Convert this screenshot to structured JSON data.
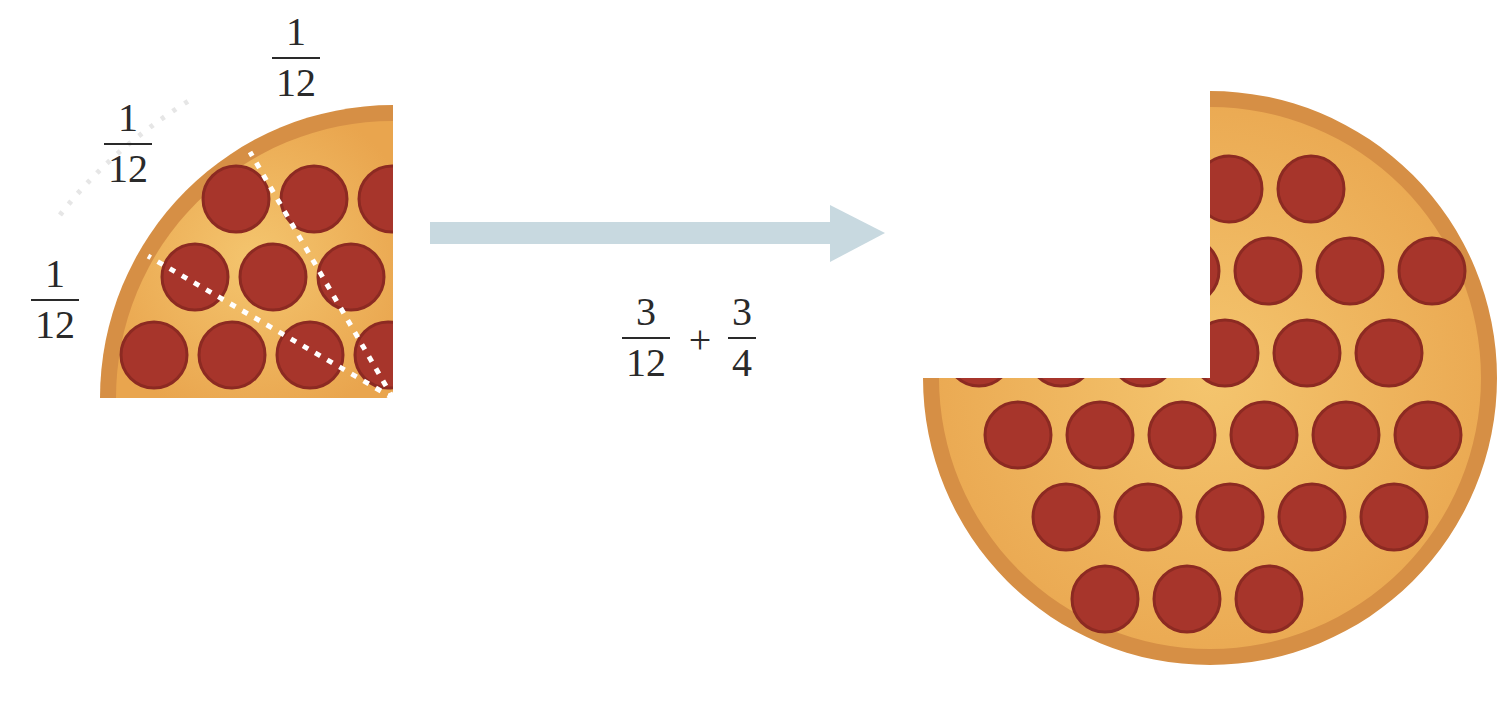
{
  "diagram": {
    "labels": [
      "1",
      "12",
      "1",
      "12",
      "1",
      "12",
      "3",
      "12",
      "+",
      "3",
      "4"
    ]
  }
}
